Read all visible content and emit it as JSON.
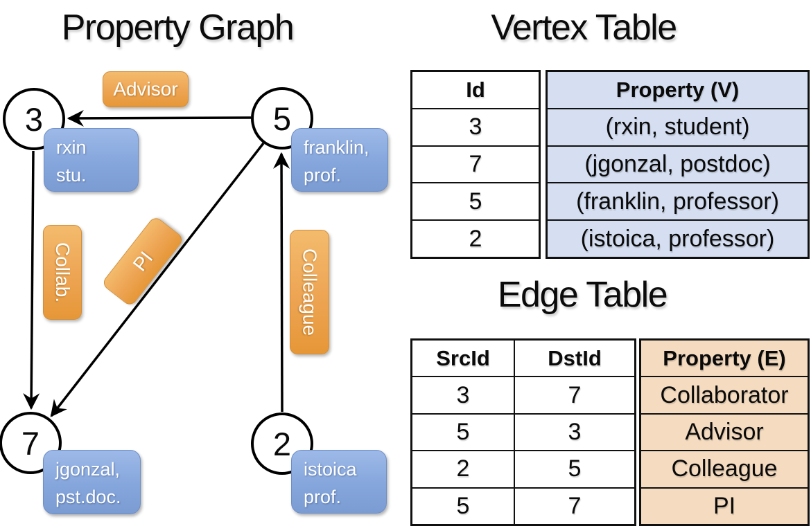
{
  "titles": {
    "graph": "Property Graph",
    "vertex_table": "Vertex Table",
    "edge_table": "Edge Table"
  },
  "graph": {
    "nodes": [
      {
        "id": "3",
        "prop_line1": "rxin",
        "prop_line2": "stu."
      },
      {
        "id": "5",
        "prop_line1": "franklin,",
        "prop_line2": "prof."
      },
      {
        "id": "7",
        "prop_line1": "jgonzal,",
        "prop_line2": "pst.doc."
      },
      {
        "id": "2",
        "prop_line1": "istoica",
        "prop_line2": "prof."
      }
    ],
    "edge_labels": {
      "advisor": "Advisor",
      "collab": "Collab.",
      "pi": "PI",
      "colleague": "Colleague"
    },
    "edges": [
      {
        "src": "5",
        "dst": "3",
        "label": "Advisor"
      },
      {
        "src": "3",
        "dst": "7",
        "label": "Collab."
      },
      {
        "src": "5",
        "dst": "7",
        "label": "PI"
      },
      {
        "src": "2",
        "dst": "5",
        "label": "Colleague"
      }
    ]
  },
  "vertex_table": {
    "columns": [
      "Id",
      "Property (V)"
    ],
    "rows": [
      [
        "3",
        "(rxin, student)"
      ],
      [
        "7",
        "(jgonzal, postdoc)"
      ],
      [
        "5",
        "(franklin, professor)"
      ],
      [
        "2",
        "(istoica, professor)"
      ]
    ]
  },
  "edge_table": {
    "columns": [
      "SrcId",
      "DstId",
      "Property (E)"
    ],
    "rows": [
      [
        "3",
        "7",
        "Collaborator"
      ],
      [
        "5",
        "3",
        "Advisor"
      ],
      [
        "2",
        "5",
        "Colleague"
      ],
      [
        "5",
        "7",
        "PI"
      ]
    ]
  },
  "colors": {
    "edge_label_orange": "#eda453",
    "property_box_blue": "#85a6dc",
    "vertex_table_fill": "#d5dff1",
    "edge_table_fill": "#f5dcc0",
    "line_black": "#000000"
  }
}
